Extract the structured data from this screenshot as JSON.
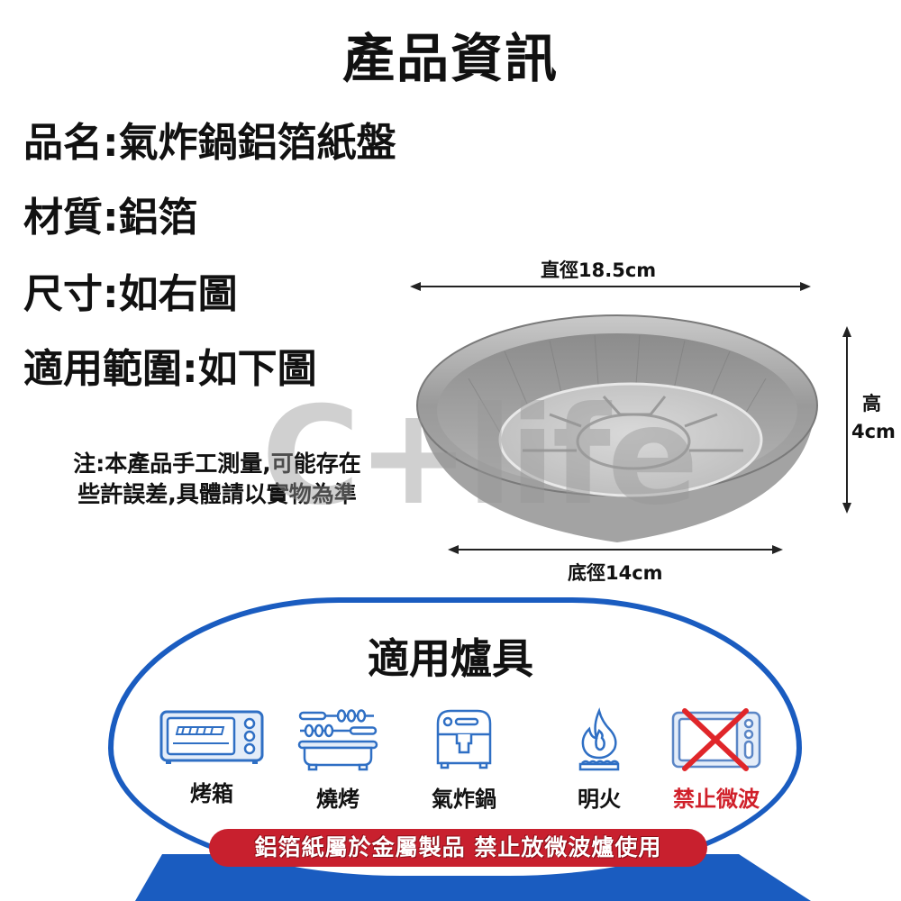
{
  "header": {
    "title": "產品資訊"
  },
  "specs": [
    {
      "label": "品名",
      "value": "氣炸鍋鋁箔紙盤"
    },
    {
      "label": "材質",
      "value": "鋁箔"
    },
    {
      "label": "尺寸",
      "value": "如右圖"
    },
    {
      "label": "適用範圍",
      "value": "如下圖"
    }
  ],
  "separator": ":",
  "note": {
    "line1": "注:本產品手工測量,可能存在",
    "line2": "些許誤差,具體請以實物為準"
  },
  "watermark": "C+life",
  "product_image": {
    "dimensions": {
      "diameter": "直徑18.5cm",
      "base_diameter": "底徑14cm",
      "height_label": "高",
      "height_value": "4cm"
    }
  },
  "applicable_stoves": {
    "title": "適用爐具",
    "items": [
      {
        "icon": "toaster-oven-icon",
        "label": "烤箱",
        "allowed": true
      },
      {
        "icon": "bbq-grill-icon",
        "label": "燒烤",
        "allowed": true
      },
      {
        "icon": "air-fryer-icon",
        "label": "氣炸鍋",
        "allowed": true
      },
      {
        "icon": "gas-flame-icon",
        "label": "明火",
        "allowed": true
      },
      {
        "icon": "microwave-prohibited-icon",
        "label": "禁止微波",
        "allowed": false
      }
    ],
    "warning": "鋁箔紙屬於金屬製品 禁止放微波爐使用"
  },
  "colors": {
    "accent_blue": "#1a5cc0",
    "icon_blue": "#2f6fc4",
    "warning_red": "#c8202e",
    "prohibit_label_red": "#d0202a"
  }
}
